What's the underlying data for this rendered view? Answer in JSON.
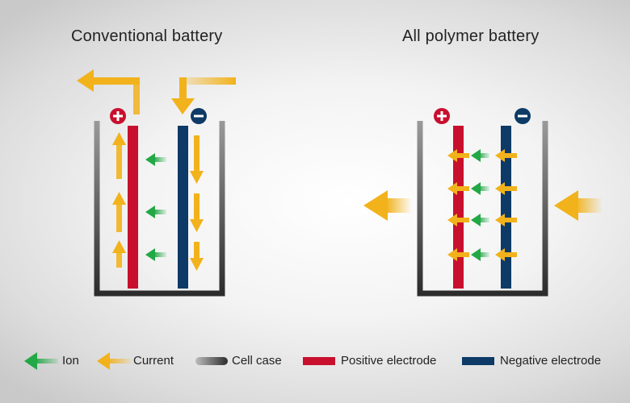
{
  "titles": {
    "left": "Conventional battery",
    "right": "All polymer battery"
  },
  "terminals": {
    "positive": "+",
    "negative": "−"
  },
  "legend": {
    "ion": "Ion",
    "current": "Current",
    "cell_case": "Cell case",
    "positive_electrode": "Positive electrode",
    "negative_electrode": "Negative electrode"
  },
  "colors": {
    "ion": "#22a845",
    "current": "#f2b21c",
    "cell_case": "#3a3a3a",
    "positive_electrode": "#c8102e",
    "negative_electrode": "#0d3a66"
  }
}
